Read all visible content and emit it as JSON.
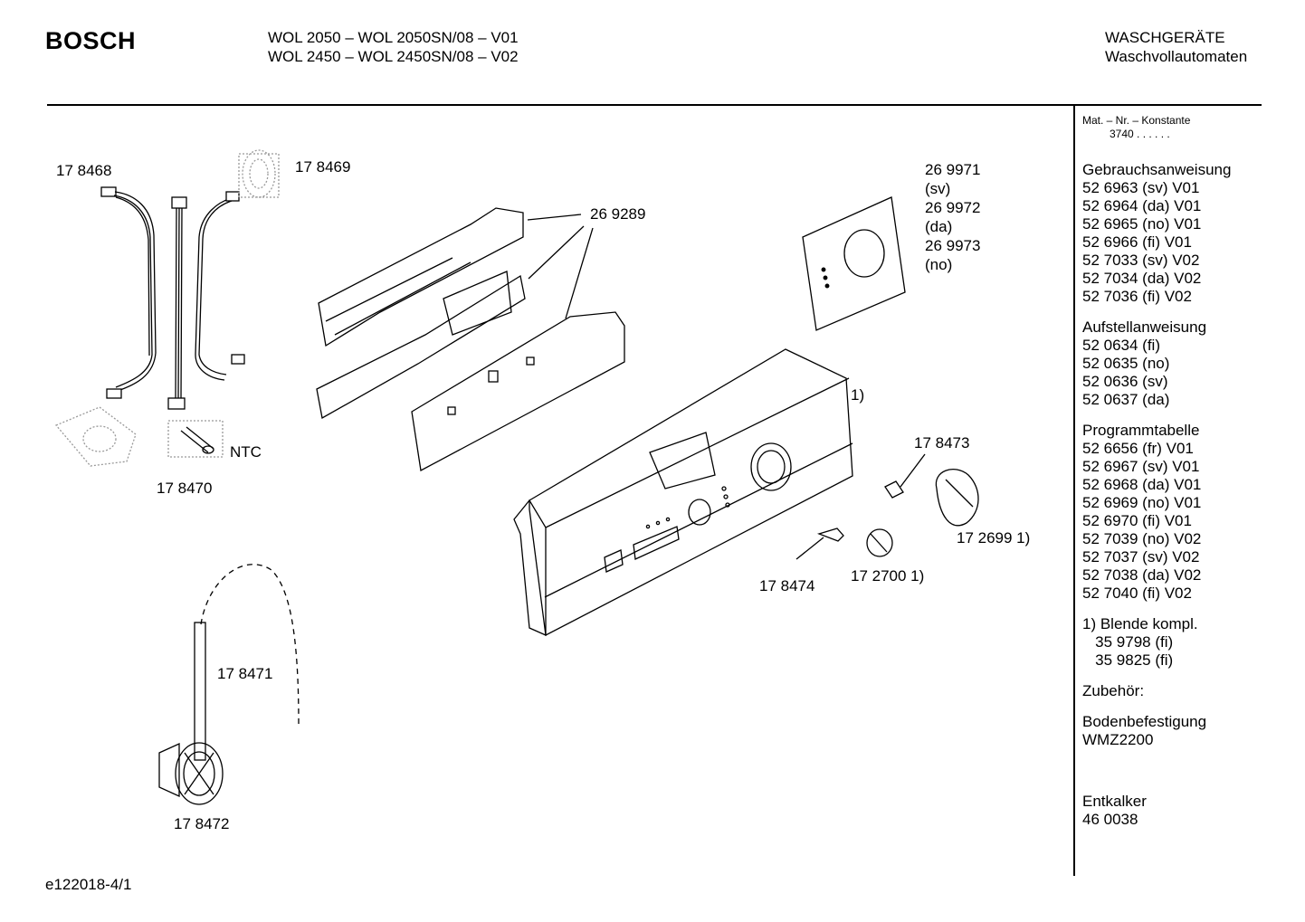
{
  "header": {
    "brand": "BOSCH",
    "model_line_1": "WOL 2050 – WOL 2050SN/08 – V01",
    "model_line_2": "WOL 2450 – WOL 2450SN/08 – V02",
    "category_line_1": "WASCHGERÄTE",
    "category_line_2": "Waschvollautomaten"
  },
  "sidebar": {
    "mat_label": "Mat. – Nr. – Konstante",
    "mat_value": "3740  .  .  .  .  .  .",
    "sections": [
      {
        "title": "Gebrauchsanweisung",
        "items": [
          "52 6963 (sv) V01",
          "52 6964 (da) V01",
          "52 6965 (no) V01",
          "52 6966 (fi) V01",
          "52 7033 (sv) V02",
          "52 7034 (da) V02",
          "52 7036 (fi) V02"
        ]
      },
      {
        "title": "Aufstellanweisung",
        "items": [
          "52 0634 (fi)",
          "52 0635 (no)",
          "52 0636 (sv)",
          "52 0637 (da)"
        ]
      },
      {
        "title": "Programmtabelle",
        "items": [
          "52 6656 (fr) V01",
          "52 6967 (sv) V01",
          "52 6968 (da) V01",
          "52 6969 (no) V01",
          "52 6970 (fi) V01",
          "52 7039 (no) V02",
          "52 7037 (sv) V02",
          "52 7038 (da) V02",
          "52 7040 (fi) V02"
        ]
      },
      {
        "title": "1) Blende kompl.",
        "items": [
          "   35 9798 (fi)",
          "   35 9825 (fi)"
        ]
      },
      {
        "title": "Zubehör:",
        "items": []
      },
      {
        "title": "Bodenbefestigung",
        "items": [
          "WMZ2200"
        ]
      },
      {
        "title": "",
        "items": []
      },
      {
        "title": "Entkalker",
        "items": [
          "46 0038"
        ]
      }
    ]
  },
  "parts": {
    "p178468": "17 8468",
    "p178469": "17 8469",
    "p269289": "26 9289",
    "p269971": "26 9971",
    "sv": "(sv)",
    "p269972": "26 9972",
    "da": "(da)",
    "p269973": "26 9973",
    "no": "(no)",
    "ntc": "NTC",
    "p178470": "17 8470",
    "one": "1)",
    "p178473": "17 8473",
    "p172699": "17 2699 1)",
    "p178474": "17 8474",
    "p172700": "17 2700 1)",
    "p178471": "17 8471",
    "p178472": "17 8472"
  },
  "footer": {
    "code": "e122018-4/1"
  }
}
